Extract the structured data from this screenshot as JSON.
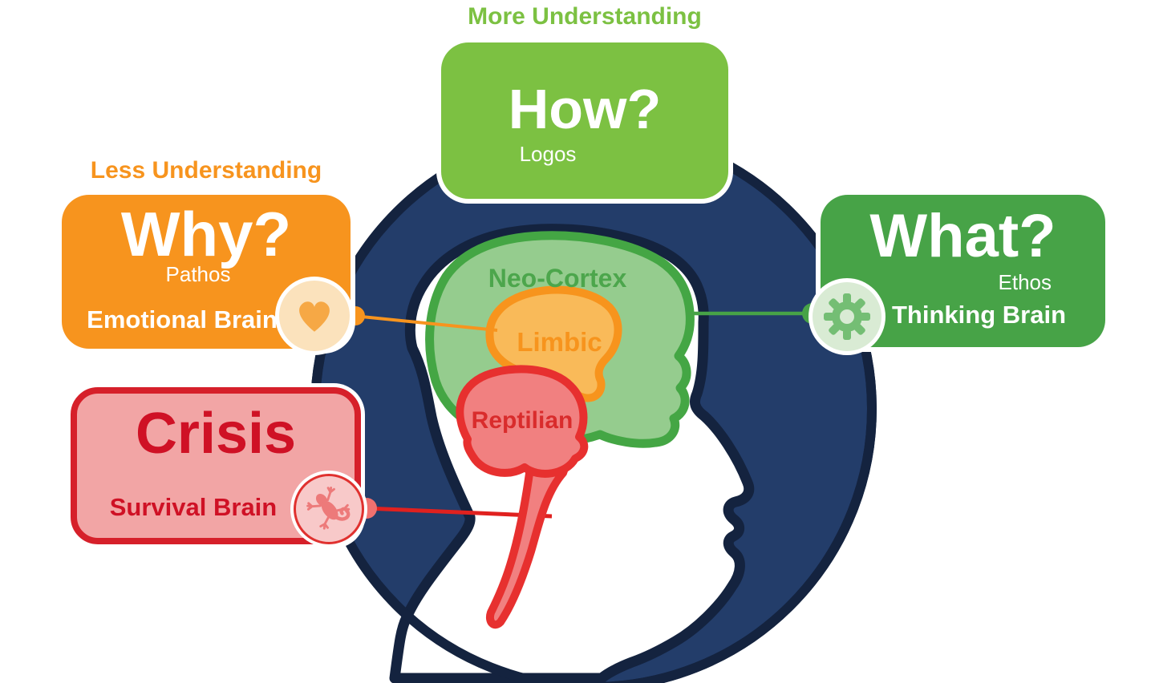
{
  "diagram": {
    "headers": {
      "more_understanding": "More Understanding",
      "less_understanding": "Less Understanding"
    },
    "boxes": {
      "how": {
        "title": "How?",
        "subtitle": "Logos"
      },
      "why": {
        "title": "Why?",
        "subtitle": "Pathos",
        "caption": "Emotional Brain"
      },
      "crisis": {
        "title": "Crisis",
        "caption": "Survival Brain"
      },
      "what": {
        "title": "What?",
        "subtitle": "Ethos",
        "caption": "Thinking Brain"
      }
    },
    "brain_regions": {
      "neocortex": "Neo-Cortex",
      "limbic": "Limbic",
      "reptilian": "Reptilian"
    },
    "icons": {
      "heart": "heart-icon",
      "gear": "gear-icon",
      "lizard": "lizard-icon"
    },
    "colors": {
      "bright_green": "#7CC142",
      "dark_green": "#47A347",
      "brain_green_fill": "#95CC8E",
      "brain_green_stroke": "#44A644",
      "orange": "#F7941E",
      "limbic_fill": "#F9BA59",
      "red": "#D6202A",
      "reptilian_fill": "#F18080",
      "reptilian_stroke": "#E7302F",
      "pink_box": "#F2A5A5",
      "navy": "#233D6A",
      "navy_outline": "#14233F"
    }
  }
}
